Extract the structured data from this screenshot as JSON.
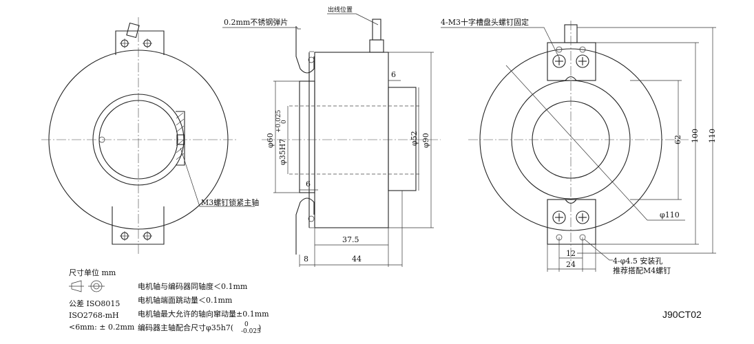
{
  "labels": {
    "spring_sheet": "0.2mm不锈钢弹片",
    "outlet_position": "出线位置",
    "screw_fix": "4-M3十字槽盘头螺钉固定",
    "lock_screw": "M3螺钉锁紧主轴",
    "mount_holes": "4-φ4.5 安装孔",
    "m4_screw": "推荐搭配M4螺钉",
    "model_code": "J90CT02"
  },
  "dimensions": {
    "d60": "φ60",
    "d35h7": "φ35H7",
    "tol_upper": "+0.025",
    "tol_lower": "0",
    "d52": "φ52",
    "d90": "φ90",
    "w6_top": "6",
    "w6_bottom": "6",
    "w37_5": "37.5",
    "w8": "8",
    "w44": "44",
    "d62": "62",
    "d100": "100",
    "d110": "110",
    "d110_diag": "φ110",
    "w12": "12",
    "w24": "24"
  },
  "notes": {
    "unit": "尺寸单位 mm",
    "tolerance_std": "公差 ISO8015",
    "iso2768": "ISO2768-mH",
    "general_tol": "<6mm: ± 0.2mm",
    "line1": "电机轴与编码器同轴度＜0.1mm",
    "line2": "电机轴端面跳动量＜0.1mm",
    "line3": "电机轴最大允许的轴向窜动量±0.1mm",
    "line4_main": "编码器主轴配合尺寸φ35h7(",
    "line4_upper": "0",
    "line4_lower": "-0.025",
    "line4_close": ")"
  }
}
